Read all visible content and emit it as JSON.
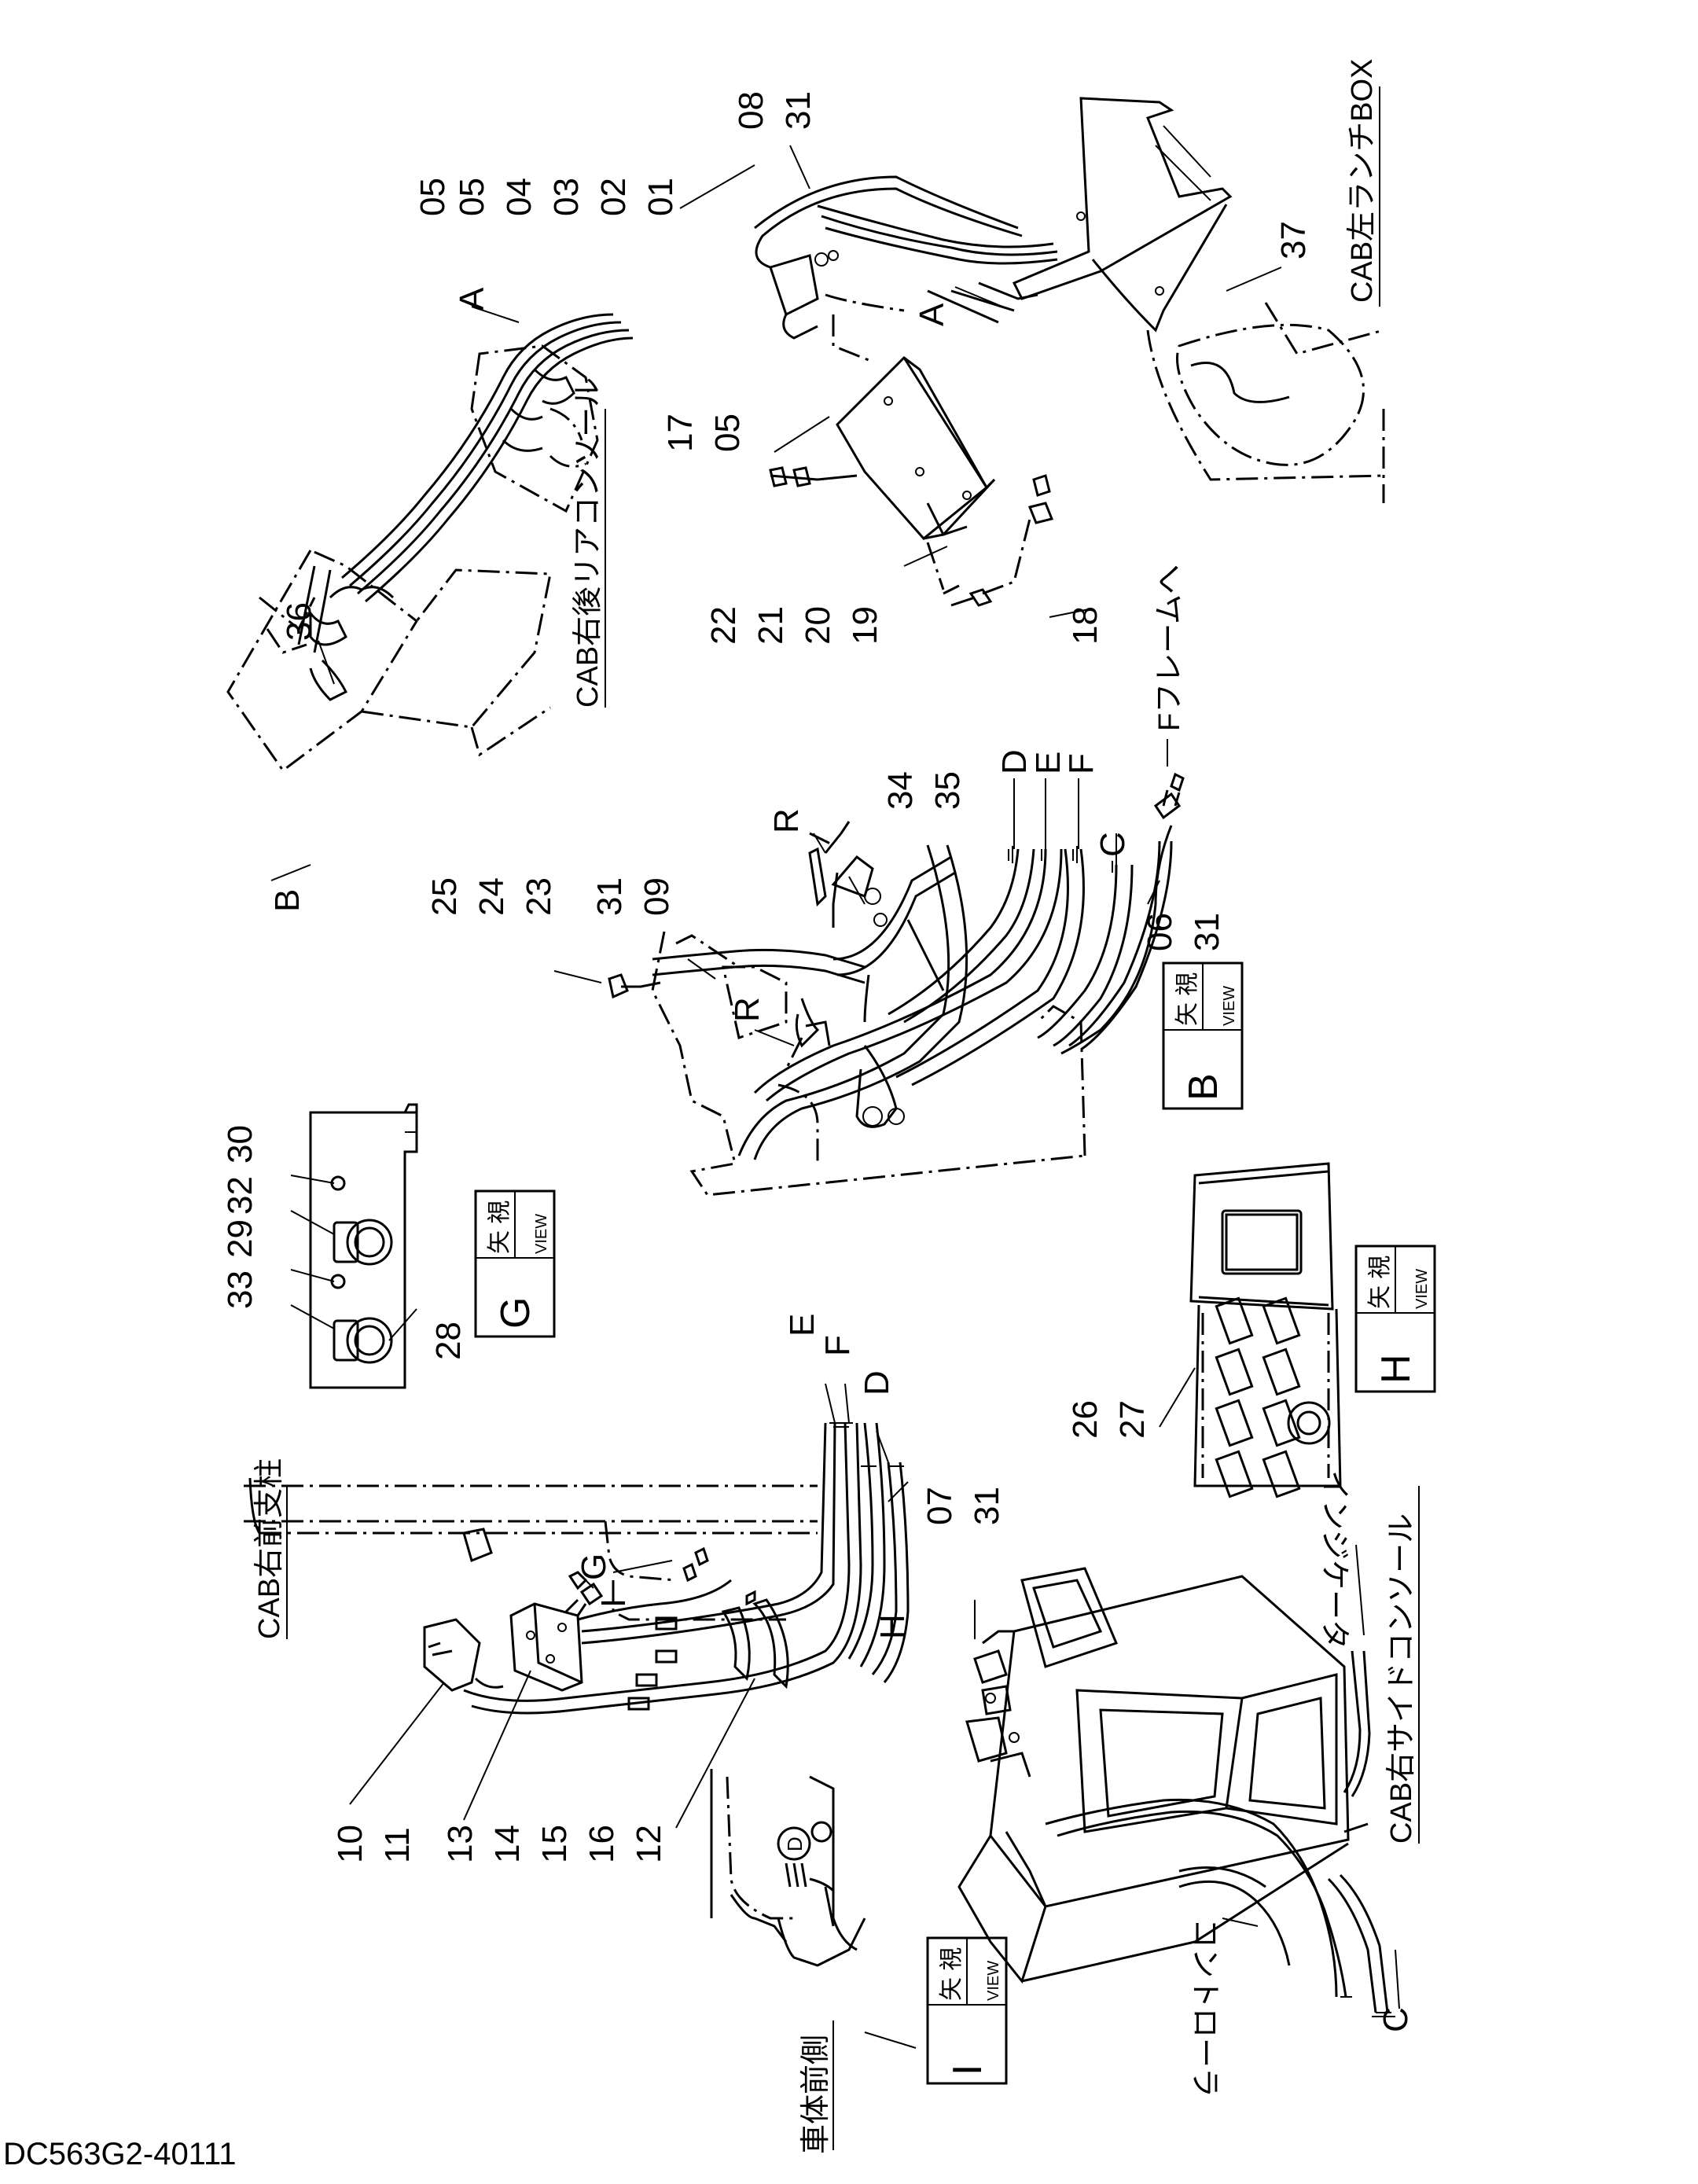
{
  "document_code": "DC563G2-40111",
  "callouts": {
    "g1": [
      "05",
      "04",
      "03",
      "02",
      "01"
    ],
    "g2": [
      "08",
      "31"
    ],
    "g3": [
      "37"
    ],
    "g4": [
      "17",
      "05"
    ],
    "g5": [
      "22",
      "21",
      "20",
      "19"
    ],
    "g6": [
      "18"
    ],
    "g7": [
      "36"
    ],
    "g8": [
      "25",
      "24",
      "23"
    ],
    "g9": [
      "31",
      "09"
    ],
    "g10": [
      "34",
      "35"
    ],
    "g11": [
      "06",
      "31"
    ],
    "g12": [
      "33",
      "29"
    ],
    "g13": [
      "32",
      "30"
    ],
    "g14": [
      "28"
    ],
    "g15": [
      "07",
      "31"
    ],
    "g16": [
      "10",
      "11"
    ],
    "g17": [
      "13",
      "14",
      "15",
      "16",
      "12"
    ],
    "g18": [
      "26",
      "27"
    ]
  },
  "letters": {
    "A1": "A",
    "A2": "A",
    "B": "B",
    "R1": "R",
    "R2": "R",
    "D1": "D",
    "E1": "E",
    "F1": "F",
    "C1": "C",
    "E2": "E",
    "F2": "F",
    "D2": "D",
    "G": "G",
    "I": "I",
    "H": "H",
    "C2": "C"
  },
  "labels": {
    "cab_left_lunch_box": "CAB左ランチBOX",
    "cab_right_rear_console": "CAB右後リアコンソール",
    "to_f_frame": "Fフレームへ",
    "cab_right_front_pillar": "CAB右前支柱",
    "indicator": "インジケータ",
    "cab_right_side_console": "CAB右サイドコンソール",
    "controller": "コントローラ",
    "vehicle_front_side": "車体前側",
    "d_mark": "D"
  },
  "view_boxes": {
    "B": {
      "kanji": "矢 視",
      "view": "VIEW",
      "letter": "B"
    },
    "G": {
      "kanji": "矢 視",
      "view": "VIEW",
      "letter": "G"
    },
    "H": {
      "kanji": "矢 視",
      "view": "VIEW",
      "letter": "H"
    },
    "I": {
      "kanji": "矢 視",
      "view": "VIEW",
      "letter": "I"
    }
  }
}
